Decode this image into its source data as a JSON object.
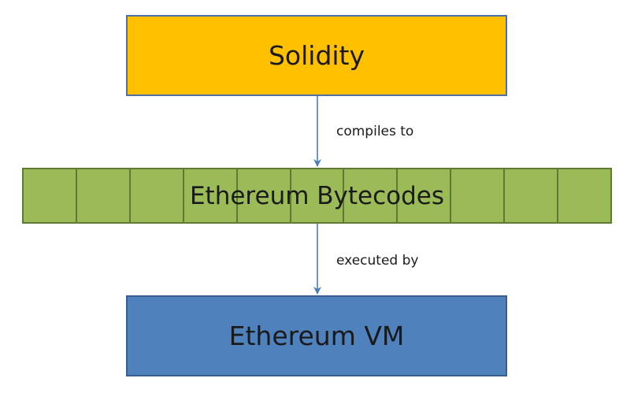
{
  "diagram": {
    "nodes": {
      "solidity": {
        "label": "Solidity",
        "fill": "#ffc000"
      },
      "bytecodes": {
        "label": "Ethereum Bytecodes",
        "fill": "#9bbb59",
        "cell_count": 11
      },
      "vm": {
        "label": "Ethereum VM",
        "fill": "#4f81bd"
      }
    },
    "edges": {
      "compiles": {
        "from": "solidity",
        "to": "bytecodes",
        "label": "compiles to"
      },
      "executed": {
        "from": "bytecodes",
        "to": "vm",
        "label": "executed by"
      }
    },
    "colors": {
      "arrow": "#4a7ebb"
    }
  }
}
